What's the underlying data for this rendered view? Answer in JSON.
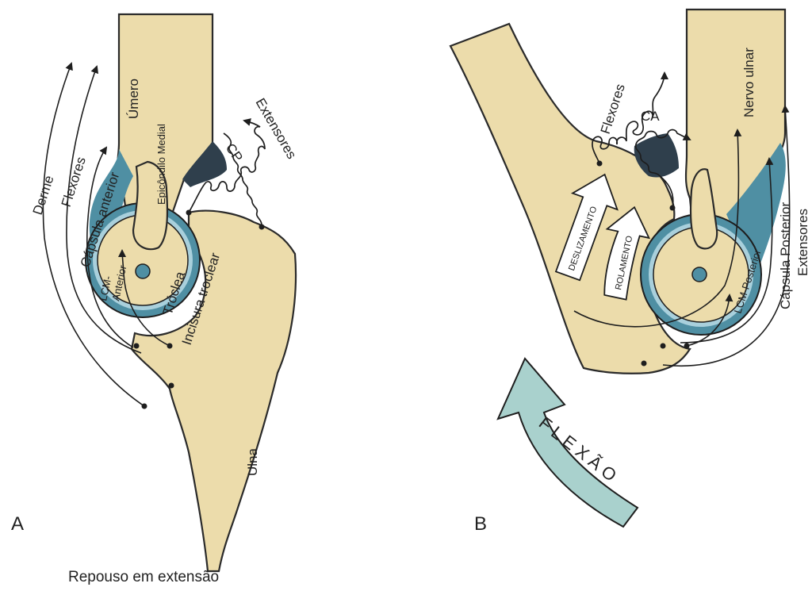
{
  "colors": {
    "bone": "#ecdcab",
    "cartilage": "#4f8fa3",
    "cartilage_dark": "#2f3f4c",
    "joint_space": "#a9d0dc",
    "arrow_fill": "#ffffff",
    "flexion_arrow": "#a9d1cd"
  },
  "panel_a": {
    "letter": "A",
    "caption": "Repouso em extensão",
    "labels": {
      "umero": "Úmero",
      "epicondilo": "Epicôndilo Medial",
      "extensores": "Extensores",
      "cp": "CP",
      "derme": "Derme",
      "flexores": "Flexores",
      "capsula_anterior": "Cápsula anterior",
      "lcm_anterior_1": "LCM-",
      "lcm_anterior_2": "Anterior",
      "troclea": "Tróclea",
      "incisura": "Incisura troclear",
      "ulna": "Ulna"
    }
  },
  "panel_b": {
    "letter": "B",
    "labels": {
      "flexores": "Flexores",
      "ca": "CA",
      "nervo_ulnar": "Nervo ulnar",
      "deslizamento": "DESLIZAMENTO",
      "rolamento": "ROLAMENTO",
      "lcm_posterior": "LCM-Posterior",
      "capsula_posterior": "Cápsula Posterior",
      "extensores": "Extensores",
      "flexao": "FLEXÃO"
    }
  }
}
